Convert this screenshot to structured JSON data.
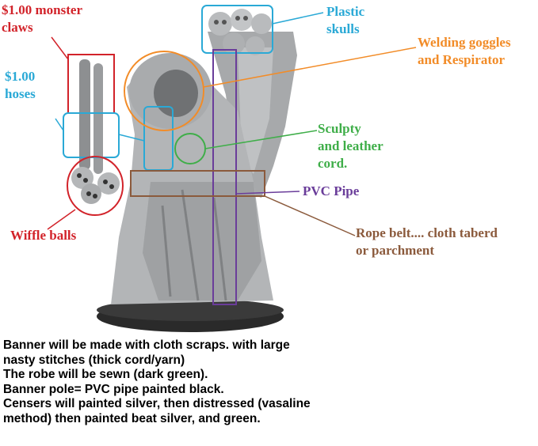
{
  "colors": {
    "red": "#d2232a",
    "cyan": "#2aa9d6",
    "orange": "#f28c28",
    "green": "#3fae49",
    "purple": "#6a3d9a",
    "brown": "#8b5a3c"
  },
  "callouts": {
    "monster_claws": "$1.00 monster\nclaws",
    "hoses": "$1.00\nhoses",
    "wiffle_balls": "Wiffle balls",
    "plastic_skulls": "Plastic\nskulls",
    "goggles": "Welding goggles\nand Respirator",
    "sculpty": "Sculpty\nand leather\ncord.",
    "pvc_pipe": "PVC Pipe",
    "rope_belt": "Rope belt.... cloth taberd\nor parchment"
  },
  "notes": [
    "Banner will be made with cloth scraps. with large",
    "nasty stitches (thick cord/yarn)",
    "The robe will be sewn (dark green).",
    "Banner pole= PVC pipe painted black.",
    "Censers will painted silver, then distressed (vasaline",
    "method) then painted beat silver, and green."
  ]
}
